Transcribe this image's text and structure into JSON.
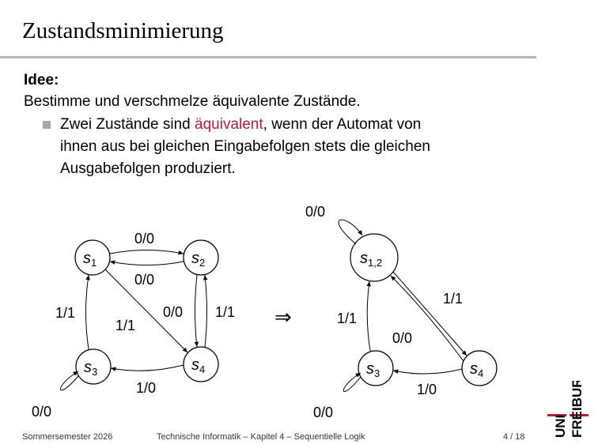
{
  "header": {
    "title": "Zustandsminimierung"
  },
  "body": {
    "idea_heading": "Idee:",
    "idea_text": "Bestimme und verschmelze äquivalente Zustände.",
    "bullet": {
      "line1_before": "Zwei Zustände sind ",
      "line1_highlight": "äquivalent",
      "line1_after": ", wenn der Automat von",
      "line2": "ihnen aus bei gleichen Eingabefolgen stets die gleichen",
      "line3": "Ausgabefolgen produziert."
    }
  },
  "left_fsm": {
    "states": {
      "s1": {
        "base": "s",
        "sub": "1"
      },
      "s2": {
        "base": "s",
        "sub": "2"
      },
      "s3": {
        "base": "s",
        "sub": "3"
      },
      "s4": {
        "base": "s",
        "sub": "4"
      }
    },
    "labels": {
      "s1_s2": "0/0",
      "s2_s1": "0/0",
      "s2_s4": "0/0",
      "s4_s2": "1/1",
      "s1_s4": "1/1",
      "s3_s1": "1/1",
      "s4_s3": "1/0",
      "s3_self": "0/0"
    }
  },
  "implies_symbol": "⇒",
  "right_fsm": {
    "states": {
      "s12": {
        "base": "s",
        "sub": "1,2"
      },
      "s3": {
        "base": "s",
        "sub": "3"
      },
      "s4": {
        "base": "s",
        "sub": "4"
      }
    },
    "labels": {
      "s12_self": "0/0",
      "s12_s4": "1/1",
      "s4_s12": "0/0",
      "s3_s12": "1/1",
      "s4_s3": "1/0",
      "s3_self": "0/0"
    }
  },
  "footer": {
    "semester": "Sommersemester 2026",
    "course": "Technische Informatik – Kapitel 4 – Sequentielle Logik",
    "page": "4 / 18"
  },
  "logo": {
    "line1": "UNI",
    "line2": "FREIBURG",
    "accent_color": "#b71c3a",
    "gray_color": "#7f7f7f"
  }
}
